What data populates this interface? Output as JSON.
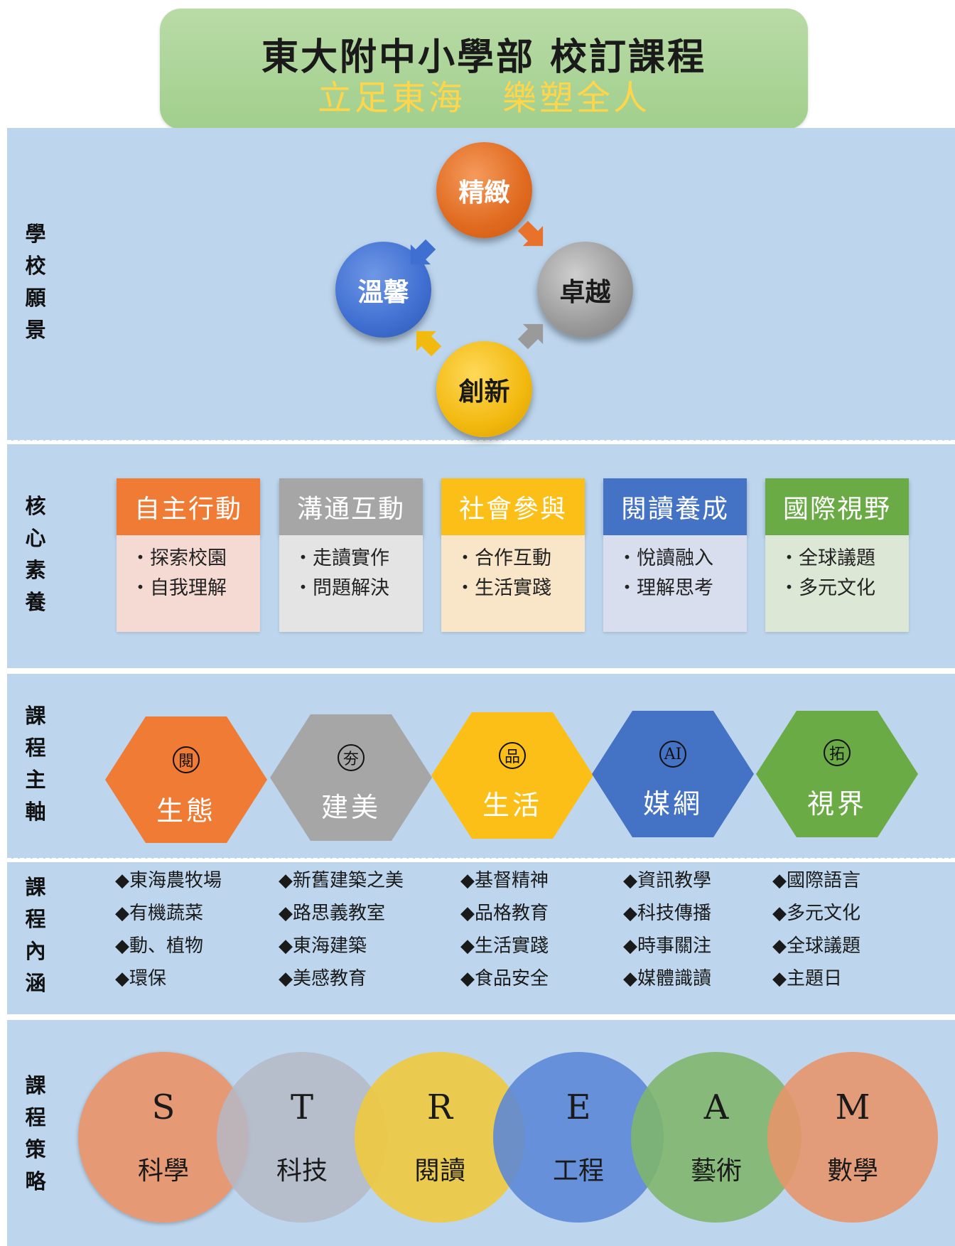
{
  "title": {
    "line1": "東大附中小學部 校訂課程",
    "line2": "立足東海　樂塑全人"
  },
  "sections": {
    "vision": {
      "label": [
        "學",
        "校",
        "願",
        "景"
      ]
    },
    "core": {
      "label": [
        "核",
        "心",
        "素",
        "養"
      ]
    },
    "themes": {
      "label": [
        "課",
        "程",
        "主",
        "軸"
      ]
    },
    "content": {
      "label": [
        "課",
        "程",
        "內",
        "涵"
      ]
    },
    "strategy": {
      "label": [
        "課",
        "程",
        "策",
        "略"
      ]
    }
  },
  "vision_cycle": [
    {
      "text": "精緻",
      "color": "#e8722c"
    },
    {
      "text": "卓越",
      "color": "#9a9a9a"
    },
    {
      "text": "創新",
      "color": "#f2b90f"
    },
    {
      "text": "溫馨",
      "color": "#3f6fd1"
    }
  ],
  "core_cards": [
    {
      "title": "自主行動",
      "color": "#ef7b34",
      "bg": "#f5dad3",
      "bullets": [
        "・探索校園",
        "・自我理解"
      ]
    },
    {
      "title": "溝通互動",
      "color": "#a6a6a6",
      "bg": "#e4e4e4",
      "bullets": [
        "・走讀實作",
        "・問題解決"
      ]
    },
    {
      "title": "社會參與",
      "color": "#fbbf17",
      "bg": "#f9e6c8",
      "bullets": [
        "・合作互動",
        "・生活實踐"
      ]
    },
    {
      "title": "閱讀養成",
      "color": "#4472c4",
      "bg": "#d8deee",
      "bullets": [
        "・悅讀融入",
        "・理解思考"
      ]
    },
    {
      "title": "國際視野",
      "color": "#6aab45",
      "bg": "#dde7d6",
      "bullets": [
        "・全球議題",
        "・多元文化"
      ]
    }
  ],
  "themes": [
    {
      "icon": "閱",
      "label": "生態",
      "color": "#ef7b34"
    },
    {
      "icon": "夯",
      "label": "建美",
      "color": "#a6a6a6"
    },
    {
      "icon": "品",
      "label": "生活",
      "color": "#fbbf17"
    },
    {
      "icon": "AI",
      "label": "媒網",
      "color": "#4472c4"
    },
    {
      "icon": "拓",
      "label": "視界",
      "color": "#6aab45"
    }
  ],
  "content_lists": [
    [
      "◆東海農牧場",
      "◆有機蔬菜",
      "◆動、植物",
      "◆環保"
    ],
    [
      "◆新舊建築之美",
      "◆路思義教室",
      "◆東海建築",
      "◆美感教育"
    ],
    [
      "◆基督精神",
      "◆品格教育",
      "◆生活實踐",
      "◆食品安全"
    ],
    [
      "◆資訊教學",
      "◆科技傳播",
      "◆時事關注",
      "◆媒體識讀"
    ],
    [
      "◆國際語言",
      "◆多元文化",
      "◆全球議題",
      "◆主題日"
    ]
  ],
  "strategy": [
    {
      "letter": "S",
      "label": "科學",
      "color": "#e8946a"
    },
    {
      "letter": "T",
      "label": "科技",
      "color": "#b5b9c4"
    },
    {
      "letter": "R",
      "label": "閱讀",
      "color": "#f0c93a"
    },
    {
      "letter": "E",
      "label": "工程",
      "color": "#5b86d8"
    },
    {
      "letter": "A",
      "label": "藝術",
      "color": "#7fb66a"
    },
    {
      "letter": "M",
      "label": "數學",
      "color": "#e8946a"
    }
  ]
}
